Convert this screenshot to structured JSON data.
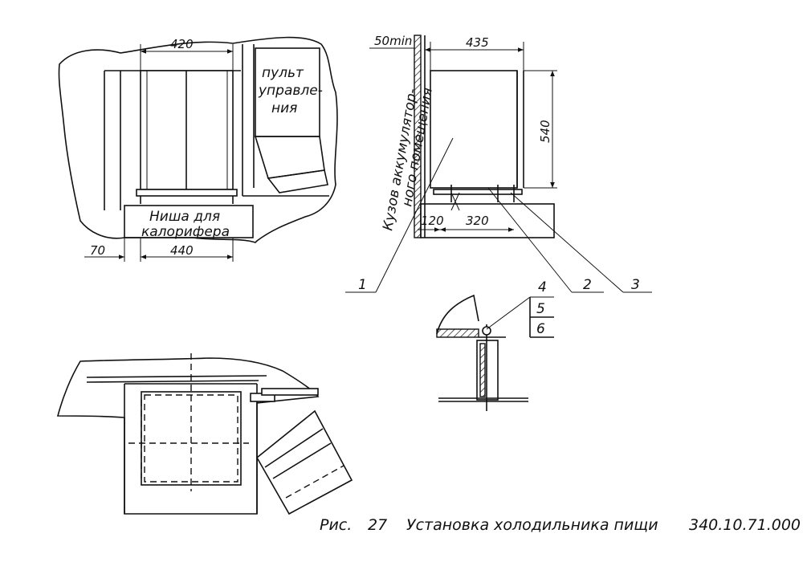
{
  "top_left_view": {
    "dim_width_top": "420",
    "control_panel_label": [
      "пульт",
      "управле-",
      "ния"
    ],
    "niche_label": [
      "Ниша для",
      "калорифера"
    ],
    "dim_offset": "70",
    "dim_width_bottom": "440"
  },
  "side_view": {
    "dim_gap": "50min",
    "dim_width": "435",
    "dim_height": "540",
    "wall_label": [
      "Кузов аккумулятор-",
      "ного помещения"
    ],
    "dim_left": "120",
    "dim_right": "320"
  },
  "callouts": [
    "1",
    "2",
    "3",
    "4",
    "5",
    "6"
  ],
  "caption": {
    "prefix": "Рис.",
    "number": "27",
    "title": "Установка холодильника пищи",
    "code": "340.10.71.000"
  },
  "colors": {
    "ink": "#111111",
    "paper": "#ffffff"
  }
}
